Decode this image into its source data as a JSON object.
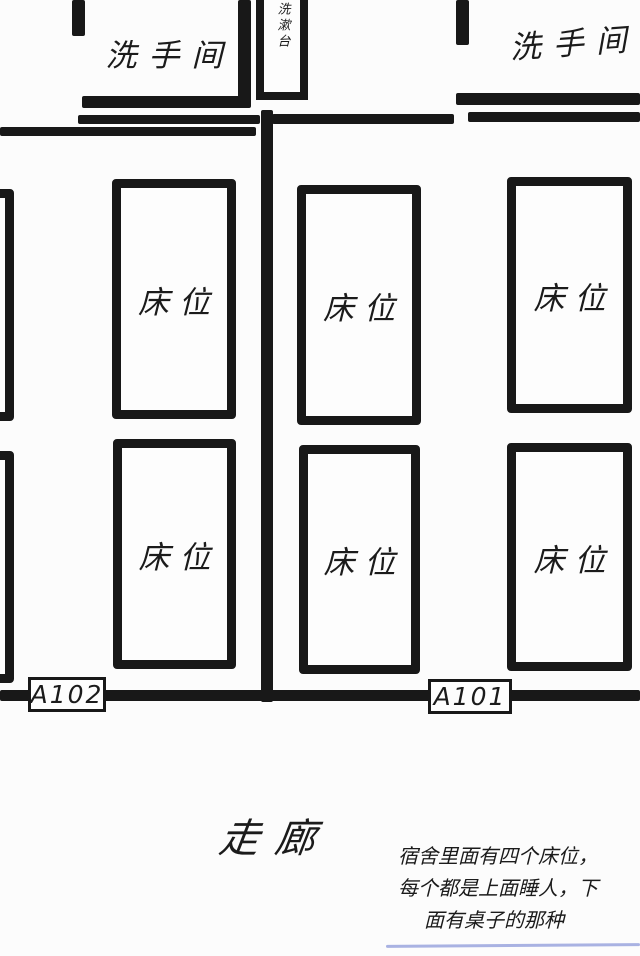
{
  "labels": {
    "washroom_left": "洗手间",
    "washroom_right": "洗手间",
    "sink": "洗漱台",
    "corridor": "走廊"
  },
  "rooms": {
    "left_id": "A102",
    "right_id": "A101"
  },
  "beds": [
    {
      "label": "床位"
    },
    {
      "label": "床位"
    },
    {
      "label": "床位"
    },
    {
      "label": "床位"
    },
    {
      "label": "床位"
    },
    {
      "label": "床位"
    }
  ],
  "note": {
    "lines": [
      "宿舍里面有四个床位，",
      "每个都是上面睡人，下",
      "面有桌子的那种"
    ]
  },
  "colors": {
    "ink": "#181818",
    "margin_line": "#a9b2e2"
  }
}
